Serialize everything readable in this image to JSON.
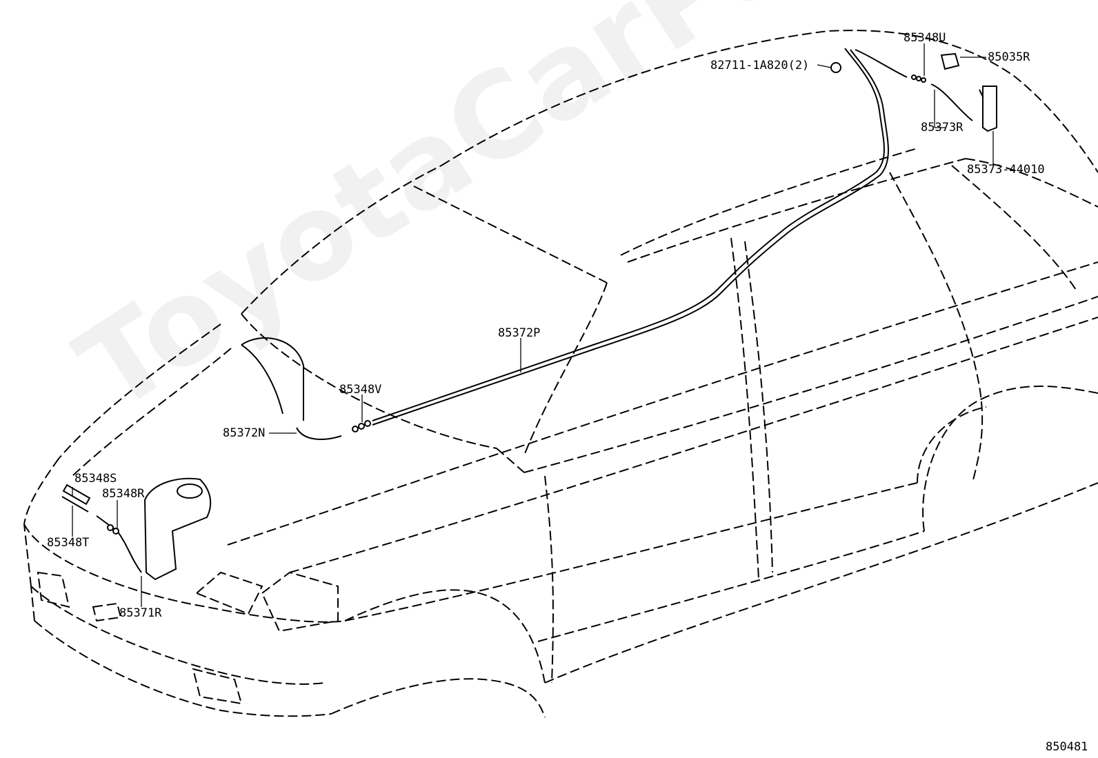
{
  "watermark": "ToyotaCarParts",
  "diagram_id": "850481",
  "callouts": {
    "p85348U": "85348U",
    "p82711": "82711-1A820(2)",
    "p85035R": "85035R",
    "p85373R": "85373R",
    "p85373_44010": "85373-44010",
    "p85372P": "85372P",
    "p85348V": "85348V",
    "p85372N": "85372N",
    "p85348S": "85348S",
    "p85348R": "85348R",
    "p85348T": "85348T",
    "p85371R": "85371R"
  }
}
